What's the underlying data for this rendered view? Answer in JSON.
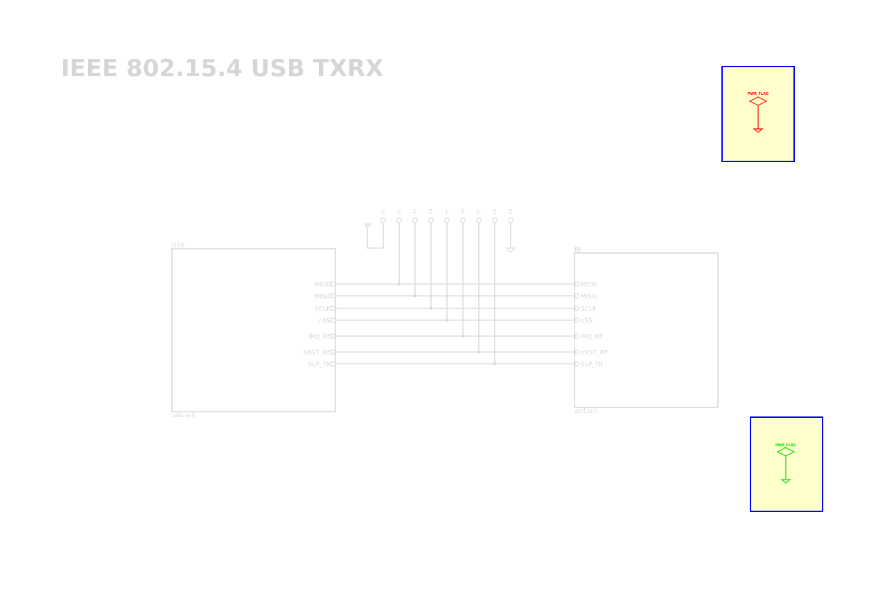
{
  "title": "IEEE 802.15.4 USB TXRX",
  "colors": {
    "wire": "#d6d6d6",
    "flag1": "#ff0000",
    "flag2": "#00e000",
    "highlight_border": "#0000ff",
    "highlight_fill": "#ffffcc"
  },
  "sheets": {
    "usb": {
      "name": "USB",
      "file": "usb.sch"
    },
    "rf": {
      "name": "RF",
      "file": "atrf.sch"
    }
  },
  "signals": [
    "MOSI",
    "MISO",
    "SCLK",
    "nSS",
    "IRQ_RF",
    "nRST_RF",
    "SLP_TR"
  ],
  "test_points": [
    "P1",
    "P2",
    "P3",
    "P4",
    "P5",
    "P6",
    "P7",
    "P8",
    "P9"
  ],
  "vdd_label": "VDD",
  "power_flags": [
    {
      "label": "PWR_FLAG"
    },
    {
      "label": "PWR_FLAG"
    }
  ]
}
